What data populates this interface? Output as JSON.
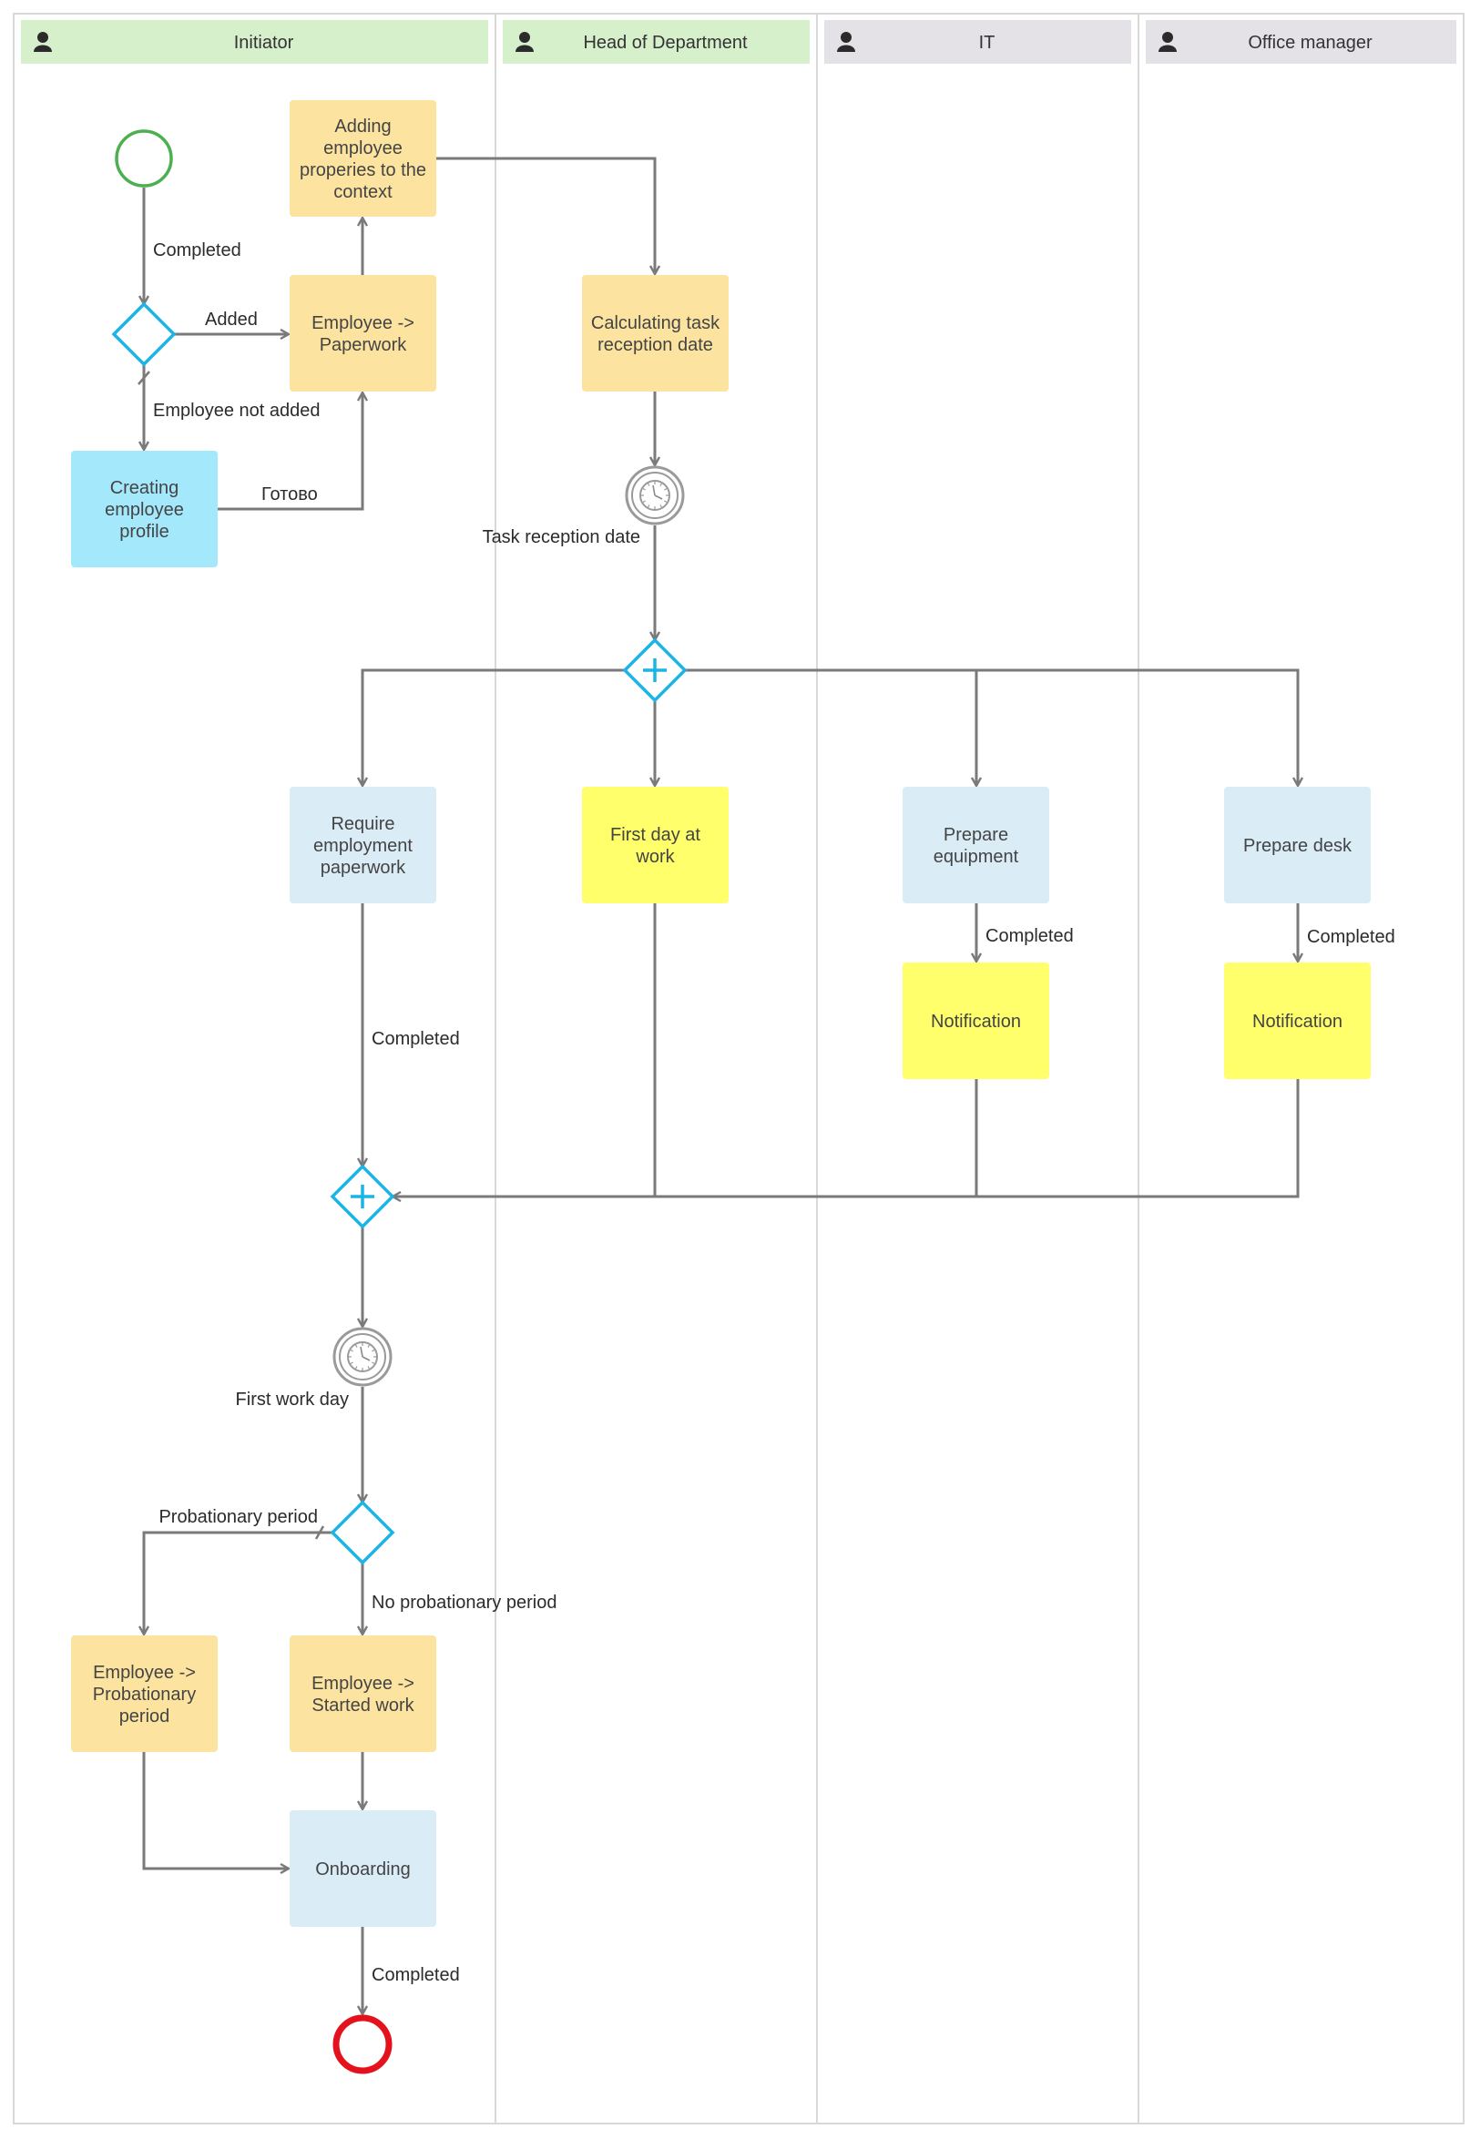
{
  "lanes": [
    {
      "id": "initiator",
      "title": "Initiator",
      "header_color": "#d6f0cc",
      "icon": "user-icon"
    },
    {
      "id": "head",
      "title": "Head of Department",
      "header_color": "#d6f0cc",
      "icon": "user-icon"
    },
    {
      "id": "it",
      "title": "IT",
      "header_color": "#e4e2e6",
      "icon": "user-icon"
    },
    {
      "id": "office",
      "title": "Office manager",
      "header_color": "#e4e2e6",
      "icon": "user-icon"
    }
  ],
  "colors": {
    "task_yellow_light": "#fce4a0",
    "task_yellow_bright": "#ffff6b",
    "task_blue_light": "#daecf6",
    "task_blue_bright": "#a4e8fc",
    "gateway": "#1ab5e6",
    "start_event": "#4caf50",
    "end_event": "#e3121c",
    "edge": "#7a7a7a",
    "lane_border": "#d8d8d8"
  },
  "nodes": [
    {
      "id": "start",
      "type": "start-event"
    },
    {
      "id": "gw_added",
      "type": "exclusive-gateway"
    },
    {
      "id": "t_create_profile",
      "type": "task",
      "color": "blue_bright",
      "lines": [
        "Creating",
        "employee",
        "profile"
      ]
    },
    {
      "id": "t_paperwork",
      "type": "task",
      "color": "yellow_light",
      "lines": [
        "Employee ->",
        "Paperwork"
      ]
    },
    {
      "id": "t_adding_props",
      "type": "task",
      "color": "yellow_light",
      "lines": [
        "Adding",
        "employee",
        "properies to the",
        "context"
      ]
    },
    {
      "id": "t_calc_date",
      "type": "task",
      "color": "yellow_light",
      "lines": [
        "Calculating task",
        "reception date"
      ]
    },
    {
      "id": "timer_reception",
      "type": "timer-event"
    },
    {
      "id": "gw_split",
      "type": "parallel-gateway"
    },
    {
      "id": "t_require_paperwork",
      "type": "task",
      "color": "blue_light",
      "lines": [
        "Require",
        "employment",
        "paperwork"
      ]
    },
    {
      "id": "t_first_day",
      "type": "task",
      "color": "yellow_bright",
      "lines": [
        "First day at",
        "work"
      ]
    },
    {
      "id": "t_prepare_equipment",
      "type": "task",
      "color": "blue_light",
      "lines": [
        "Prepare",
        "equipment"
      ]
    },
    {
      "id": "t_prepare_desk",
      "type": "task",
      "color": "blue_light",
      "lines": [
        "Prepare desk"
      ]
    },
    {
      "id": "t_notification_it",
      "type": "task",
      "color": "yellow_bright",
      "lines": [
        "Notification"
      ]
    },
    {
      "id": "t_notification_office",
      "type": "task",
      "color": "yellow_bright",
      "lines": [
        "Notification"
      ]
    },
    {
      "id": "gw_join",
      "type": "parallel-gateway"
    },
    {
      "id": "timer_first_day",
      "type": "timer-event"
    },
    {
      "id": "gw_probation",
      "type": "exclusive-gateway"
    },
    {
      "id": "t_probation",
      "type": "task",
      "color": "yellow_light",
      "lines": [
        "Employee ->",
        "Probationary",
        "period"
      ]
    },
    {
      "id": "t_started_work",
      "type": "task",
      "color": "yellow_light",
      "lines": [
        "Employee ->",
        "Started work"
      ]
    },
    {
      "id": "t_onboarding",
      "type": "task",
      "color": "blue_light",
      "lines": [
        "Onboarding"
      ]
    },
    {
      "id": "end",
      "type": "end-event"
    }
  ],
  "edge_labels": [
    {
      "id": "lbl_start_completed",
      "text": "Completed"
    },
    {
      "id": "lbl_added",
      "text": "Added"
    },
    {
      "id": "lbl_not_added",
      "text": "Employee not added"
    },
    {
      "id": "lbl_gotovo",
      "text": "Готово"
    },
    {
      "id": "lbl_task_reception_date",
      "text": "Task reception date"
    },
    {
      "id": "lbl_equipment_completed",
      "text": "Completed"
    },
    {
      "id": "lbl_desk_completed",
      "text": "Completed"
    },
    {
      "id": "lbl_paperwork_completed",
      "text": "Completed"
    },
    {
      "id": "lbl_first_work_day",
      "text": "First work day"
    },
    {
      "id": "lbl_probationary",
      "text": "Probationary period"
    },
    {
      "id": "lbl_no_probationary",
      "text": "No probationary period"
    },
    {
      "id": "lbl_onboarding_completed",
      "text": "Completed"
    }
  ]
}
